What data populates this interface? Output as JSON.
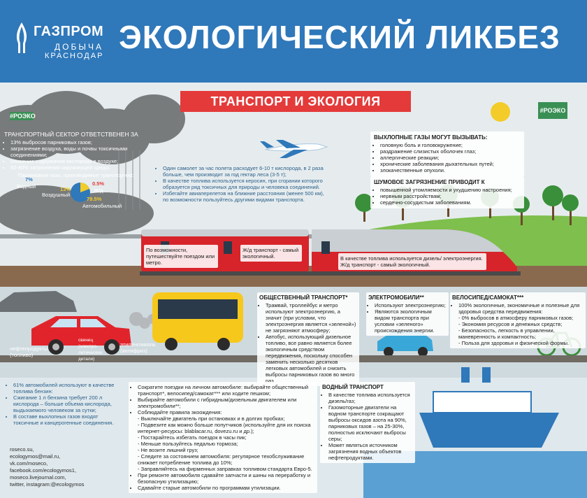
{
  "header": {
    "logo": {
      "line1": "ГАЗПРОМ",
      "line2": "ДОБЫЧА",
      "line3": "КРАСНОДАР"
    },
    "title": "ЭКОЛОГИЧЕСКИЙ ЛИКБЕЗ"
  },
  "banner": "ТРАНСПОРТ И ЭКОЛОГИЯ",
  "tags": {
    "left": "#РОЭКО",
    "right": "#РОЭКО"
  },
  "transport_sector": {
    "heading": "ТРАНСПОРТНЫЙ СЕКТОР ОТВЕТСТВЕНЕН ЗА",
    "items": [
      "13% выбросов парниковых газов;",
      "загрязнение воздуха, воды и почвы токсичными соединениями;",
      "снижение содержания кислорода в воздухе;",
      "60-80% загрязнения окружающей среды."
    ]
  },
  "greenhouse": {
    "heading": "Парниковые газы, производимые транспортом:",
    "labels": [
      "Водный",
      "Воздушный",
      "Ж/д",
      "Автомобильный"
    ],
    "values": [
      "13%",
      "0.5%",
      "79.5%",
      "7%"
    ]
  },
  "plane": {
    "items": [
      "Один самолет за час полета расходует 6-10 т кислорода, в 2 раза больше, чем производит за год гектар леса (3-5 т);",
      "В качестве топлива используется керосин, при сгорании которого образуется ряд токсичных для природы и человека соединений.",
      "Избегайте авиаперелетов на ближние расстояния (менее 500 км), по возможности пользуйтесь другими видами транспорта."
    ]
  },
  "exhaust": {
    "heading": "ВЫХЛОПНЫЕ ГАЗЫ МОГУТ ВЫЗЫВАТЬ:",
    "items": [
      "головную боль и головокружение;",
      "раздражение слизистых оболочек глаз;",
      "аллергические реакции;",
      "хронические заболевания дыхательных путей;",
      "злокачественные опухоли."
    ]
  },
  "noise": {
    "heading": "ШУМОВОЕ ЗАГРЯЗНЕНИЕ ПРИВОДИТ К",
    "items": [
      "повышенной утомляемости и ухудшению настроения;",
      "нервным расстройствам;",
      "сердечно-сосудистым заболеваниям."
    ]
  },
  "train": {
    "note1": "По возможности, путешествуйте поездом или метро.",
    "note2": "Ж/д транспорт - самый экологичный.",
    "note3": "В качестве топлива используется дизель/ электроэнергия. Ж/д транспорт - самый экологичный."
  },
  "car_labels": [
    "нефтепродукты (топливо)",
    "свинец (электро-литические детали)",
    "этиленгликоль (антифриз)"
  ],
  "public_transport": {
    "heading": "ОБЩЕСТВЕННЫЙ ТРАНСПОРТ*",
    "items": [
      "Трамвай, троллейбус и метро используют электроэнергию, а значит (при условии, что электроэнергия является «зеленой») не загрязняют атмосферу;",
      "Автобус, использующий дизельное топливо, все равно является более экологичным средством передвижения, поскольку способен заменить несколько десятков легковых автомобилей и снизить выбросы парниковых газов во много раз."
    ]
  },
  "electric": {
    "heading": "ЭЛЕКТРОМОБИЛИ**",
    "items": [
      "Используют электроэнергию;",
      "Являются экологичным видом транспорта при условии «зеленого» происхождения энергии."
    ]
  },
  "bicycle": {
    "heading": "ВЕЛОСИПЕД/САМОКАТ***",
    "items": [
      "100% экологичные, экономичные и полезные для здоровья средства передвижения:",
      "- 0% выбросов в атмосферу парниковых газов;",
      "- Экономия ресурсов и денежных средств;",
      "- Безопасность, легкость в управлении, маневренность и компактность;",
      "- Польза для здоровья и физической формы."
    ]
  },
  "cars_info": {
    "items": [
      "61% автомобилей используют в качестве топлива бензин:",
      "Сжигание 1 л бензина требует 200 л кислорода – больше объема кислорода, выдыхаемого человеком за сутки;",
      "В составе выхлопных газов входят токсичные и канцерогенные соединения."
    ]
  },
  "tips": {
    "items": [
      "Сократите поездки на личном автомобиле: выбирайте общественный транспорт*, велосипед/самокат*** или ходите пешком;",
      "Выбирайте автомобили с гибридным/дизельным двигателем или электромобили**;",
      "Соблюдайте правила экоождения:",
      "- Выключайте двигатель при остановках и в долгих пробках;",
      "- Подвезите как можно больше попутчиков (используйте для их поиска интернет-ресурсы: blablacar.ru, dovezu.ru и др.);",
      "- Постарайтесь избегать поездок в часы пик;",
      "- Меньше пользуйтесь педалью тормоза;",
      "- Не возите лишний груз;",
      "- Следите за состоянием автомобиля: регулярное техобслуживание снижает потребление топлива до 10%;",
      "- Заправляйтесь на фирменных заправках топливом стандарта Евро-5.",
      "При ремонте автомобиля сдавайте запчасти и шины на переработку и безопасную утилизацию;",
      "Сдавайте старые автомобили по программам утилизации."
    ]
  },
  "water": {
    "heading": "ВОДНЫЙ ТРАНСПОРТ",
    "items": [
      "В качестве топлива используется дизель/газ;",
      "Газомоторные двигатели на водном транспорте сокращают выбросы оксидов азота на 90%, парниковых газов – на 25-30%, полностью исключают выбросы серы;",
      "Может являться источником загрязнения водных объектов нефтепродуктами."
    ]
  },
  "links": [
    "roseco.su,",
    "ecologymos@mail.ru,",
    "vk.com/moseco,",
    "facebook.com/ecologymos1,",
    "moseco.livejournal.com,",
    "twitter, instagram:@ecologymos"
  ],
  "colors": {
    "header_blue": "#2f78ba",
    "banner_red": "#e43a3a",
    "train_red": "#d7242a",
    "bus_yellow": "#f7c81c",
    "tree_green": "#3a8f3a"
  }
}
